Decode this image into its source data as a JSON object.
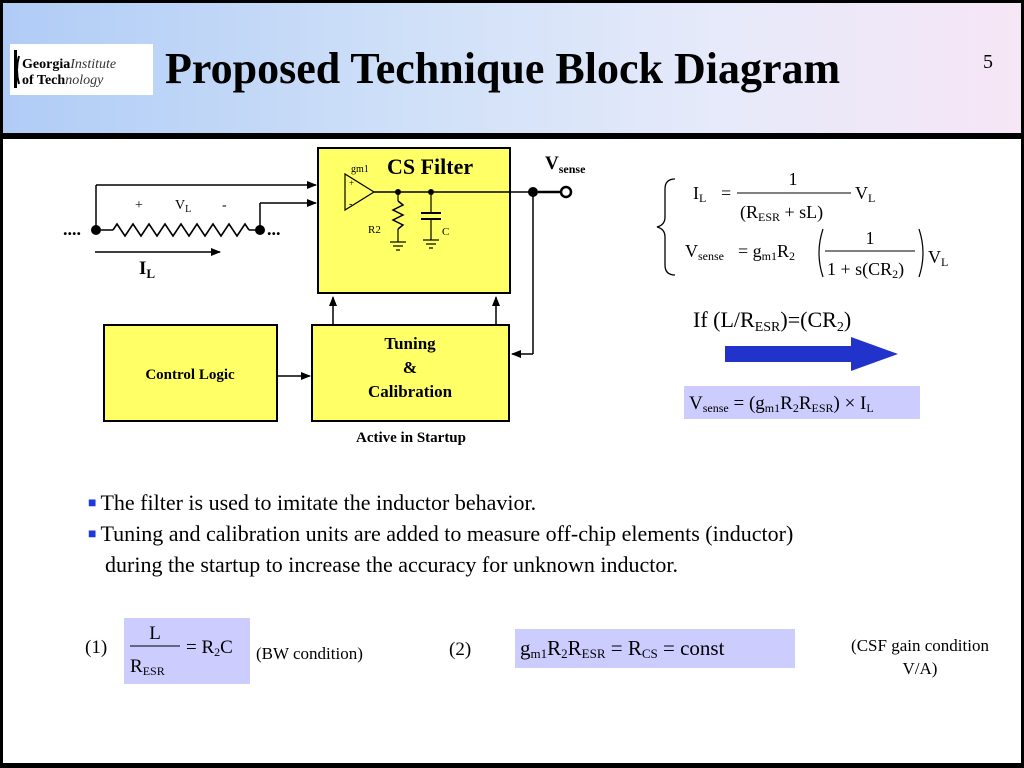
{
  "header": {
    "title": "Proposed Technique Block Diagram",
    "page_number": "5",
    "logo": {
      "name": "georgia-tech-logo",
      "line1_bold": "Georgia",
      "line1_light": "Institute",
      "line2_bold": "of Tech",
      "line2_light": "nology"
    }
  },
  "diagram": {
    "cs_filter_label": "CS Filter",
    "gm1_label": "gm1",
    "plus": "+",
    "minus": "-",
    "r2_label": "R2",
    "c_label": "C",
    "vsense_label": "Vsense",
    "vl_plus": "+",
    "vl_label": "VL",
    "vl_minus": "-",
    "il_label": "IL",
    "dots_left": "....",
    "dots_right": "...",
    "control_logic": "Control Logic",
    "tuning_line1": "Tuning",
    "tuning_line2": "&",
    "tuning_line3": "Calibration",
    "active_in_startup": "Active in Startup"
  },
  "equations": {
    "il_eq": "IL = 1 / (RESR + sL) · VL",
    "vsense_eq": "Vsense = gm1R2 (1 / (1 + s(CR2))) VL",
    "if_condition": "If (L/RESR)=(CR2)",
    "result_eq": "Vsense = (gm1R2RESR) × IL",
    "eq1_number": "(1)",
    "eq1": "L / RESR = R2C",
    "eq1_note": "(BW condition)",
    "eq2_number": "(2)",
    "eq2": "gm1R2RESR = RCS = const",
    "eq2_note_line1": "(CSF gain condition",
    "eq2_note_line2": "V/A)"
  },
  "bullets": [
    "The filter is used to imitate the inductor behavior.",
    "Tuning and calibration units are added to measure off-chip  elements (inductor)",
    "during the startup to increase the accuracy for unknown inductor."
  ],
  "colors": {
    "yellow_block": "#ffff66",
    "eq_highlight": "#ccccff",
    "arrow_blue": "#2233cc",
    "bullet_blue": "#1e3ad8"
  }
}
